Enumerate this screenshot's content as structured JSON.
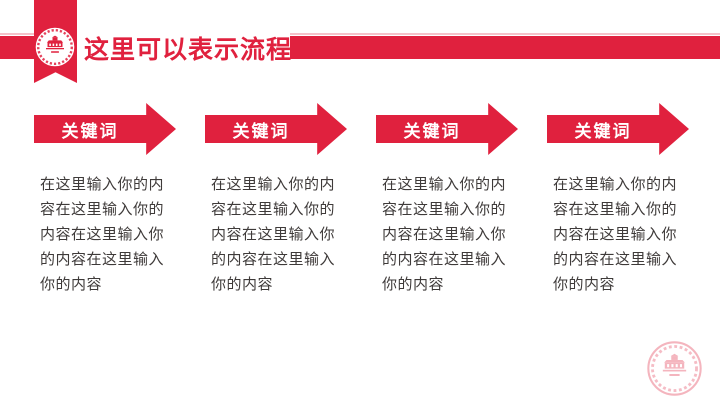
{
  "slide": {
    "header": {
      "title": "这里可以表示流程"
    },
    "steps": [
      {
        "label": "关键词",
        "body": "在这里输入你的内\n容在这里输入你的\n内容在这里输入你\n的内容在这里输入\n你的内容"
      },
      {
        "label": "关键词",
        "body": "在这里输入你的内\n容在这里输入你的\n内容在这里输入你\n的内容在这里输入\n你的内容"
      },
      {
        "label": "关键词",
        "body": "在这里输入你的内\n容在这里输入你的\n内容在这里输入你\n的内容在这里输入\n你的内容"
      },
      {
        "label": "关键词",
        "body": "在这里输入你的内\n容在这里输入你的\n内容在这里输入你\n的内容在这里输入\n你的内容"
      }
    ],
    "icons": {
      "top_left": "university-seal-ribbon-badge",
      "bottom_right": "university-seal-watermark"
    },
    "colors": {
      "accent_red": "#E0213E",
      "body_text": "#3E3A39",
      "arrow_label_text": "#FFFFFF",
      "background": "#FFFFFF"
    }
  }
}
